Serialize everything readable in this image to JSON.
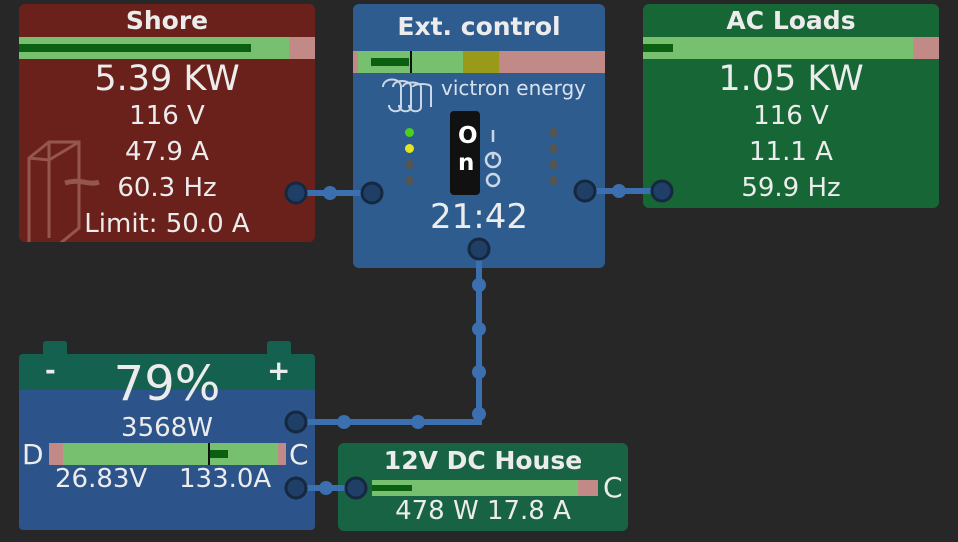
{
  "shore": {
    "title": "Shore",
    "power": "5.39 KW",
    "voltage": "116 V",
    "current": "47.9 A",
    "frequency": "60.3 Hz",
    "limit": "Limit: 50.0 A",
    "icon": "shore-power-plug-icon",
    "bar_level": 0.86
  },
  "inverter": {
    "title": "Ext. control",
    "brand": "victron energy",
    "switch_label": "On",
    "time": "21:42",
    "led_colors": [
      "#4ad21a",
      "#e3e61c",
      "#555555",
      "#555555"
    ]
  },
  "ac_loads": {
    "title": "AC Loads",
    "power": "1.05 KW",
    "voltage": "116 V",
    "current": "11.1 A",
    "frequency": "59.9 Hz",
    "bar_level": 0.11
  },
  "battery": {
    "soc": "79%",
    "power": "3568W",
    "voltage": "26.83V",
    "current": "133.0A",
    "minus": "-",
    "plus": "+",
    "label_discharge": "D",
    "label_charge": "C"
  },
  "dc_house": {
    "title": "12V DC House",
    "values": "478 W 17.8 A",
    "label_charge": "C",
    "bar_level": 0.18
  },
  "colors": {
    "shore_bg": "#6b211b",
    "ac_bg": "#176635",
    "inverter_bg": "#2f5c8f",
    "battery_bg": "#2c548a",
    "battery_top": "#156150",
    "wire": "#3b6fb0",
    "bar_green": "#76c06f",
    "bar_red": "#c28a86"
  }
}
